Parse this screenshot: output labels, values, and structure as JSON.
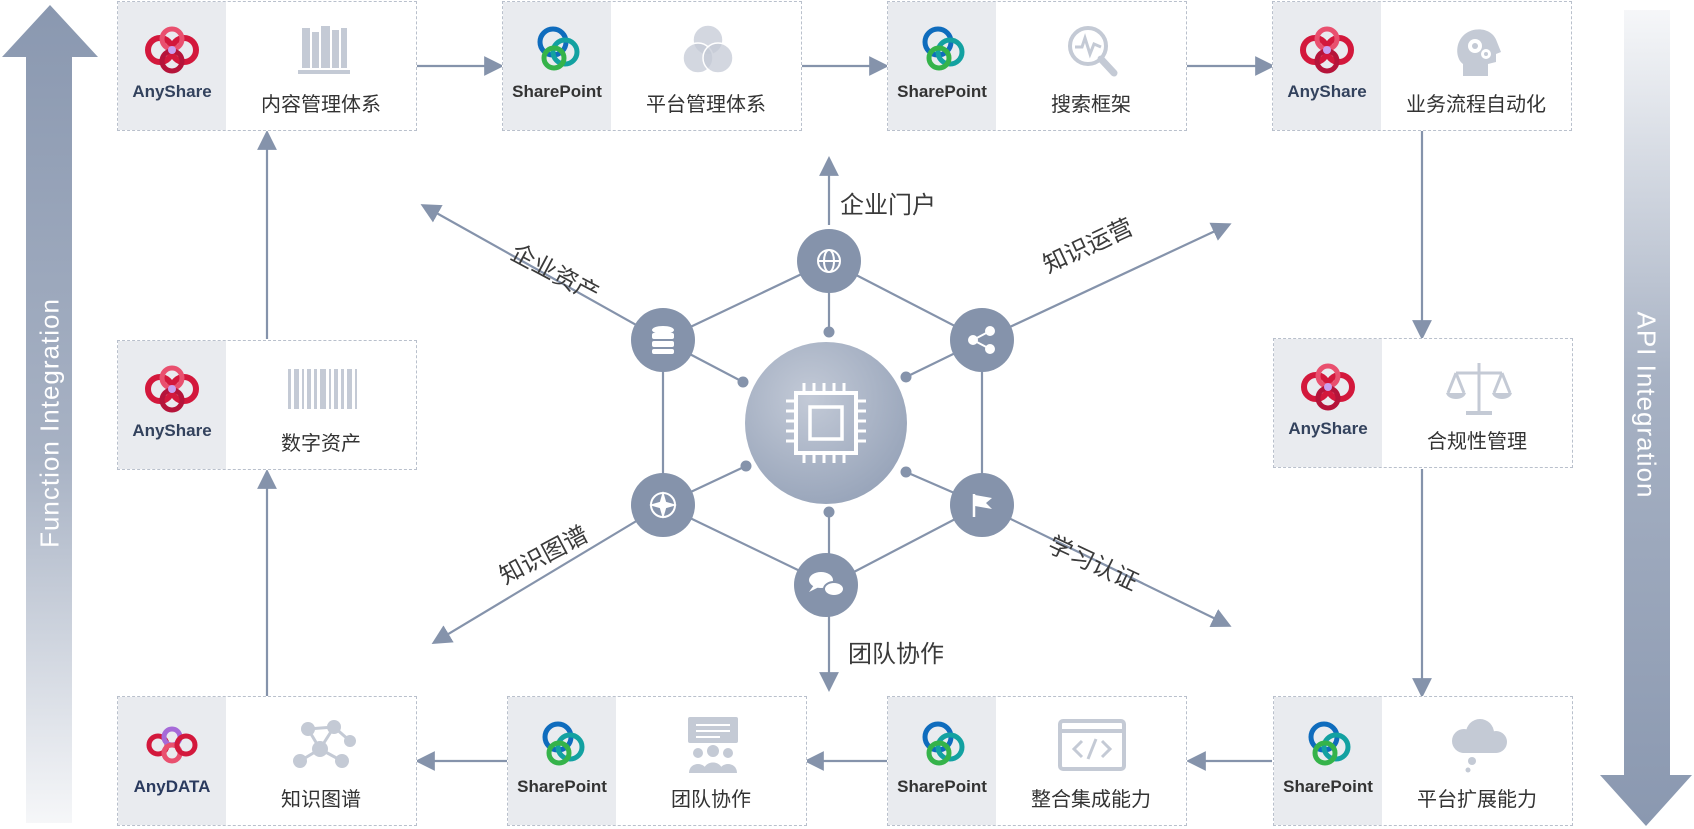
{
  "left_axis_label": "Function Integration",
  "right_axis_label": "API Integration",
  "brands": {
    "anyshare": "AnyShare",
    "sharepoint": "SharePoint",
    "anydata": "AnyDATA"
  },
  "cards": [
    {
      "id": "content-mgmt",
      "brand": "AnyShare",
      "label": "内容管理体系",
      "icon": "books-icon"
    },
    {
      "id": "platform-mgmt",
      "brand": "SharePoint",
      "label": "平台管理体系",
      "icon": "venn-icon"
    },
    {
      "id": "search-framework",
      "brand": "SharePoint",
      "label": "搜索框架",
      "icon": "search-pulse-icon"
    },
    {
      "id": "workflow-automation",
      "brand": "AnyShare",
      "label": "业务流程自动化",
      "icon": "head-gears-icon"
    },
    {
      "id": "digital-assets",
      "brand": "AnyShare",
      "label": "数字资产",
      "icon": "barcode-icon"
    },
    {
      "id": "compliance",
      "brand": "AnyShare",
      "label": "合规性管理",
      "icon": "scales-icon"
    },
    {
      "id": "knowledge-graph",
      "brand": "AnyDATA",
      "label": "知识图谱",
      "icon": "network-icon"
    },
    {
      "id": "team-collab",
      "brand": "SharePoint",
      "label": "团队协作",
      "icon": "presentation-icon"
    },
    {
      "id": "integration",
      "brand": "SharePoint",
      "label": "整合集成能力",
      "icon": "code-window-icon"
    },
    {
      "id": "platform-extension",
      "brand": "SharePoint",
      "label": "平台扩展能力",
      "icon": "cloud-icon"
    }
  ],
  "hub": {
    "center_icon": "chip-icon",
    "rays": [
      {
        "id": "portal",
        "label": "企业门户",
        "icon": "globe-icon"
      },
      {
        "id": "knowledge-ops",
        "label": "知识运营",
        "icon": "share-icon"
      },
      {
        "id": "learning",
        "label": "学习认证",
        "icon": "flag-icon"
      },
      {
        "id": "teamwork",
        "label": "团队协作",
        "icon": "chat-icon"
      },
      {
        "id": "kg",
        "label": "知识图谱",
        "icon": "compass-icon"
      },
      {
        "id": "assets",
        "label": "企业资产",
        "icon": "database-icon"
      }
    ]
  },
  "colors": {
    "arrow": "#8593ab",
    "card_border": "#b9c0cc",
    "brand_panel": "#e9ebef",
    "node": "#8593ab",
    "hub": "#a8b2c4",
    "icon_light": "#c4cad5",
    "axis": "#8a98b0",
    "anyshare_logo": "#d3183c",
    "sharepoint_blue": "#0f6cbd",
    "sharepoint_teal": "#13a1a1",
    "sharepoint_green": "#35b34a"
  }
}
